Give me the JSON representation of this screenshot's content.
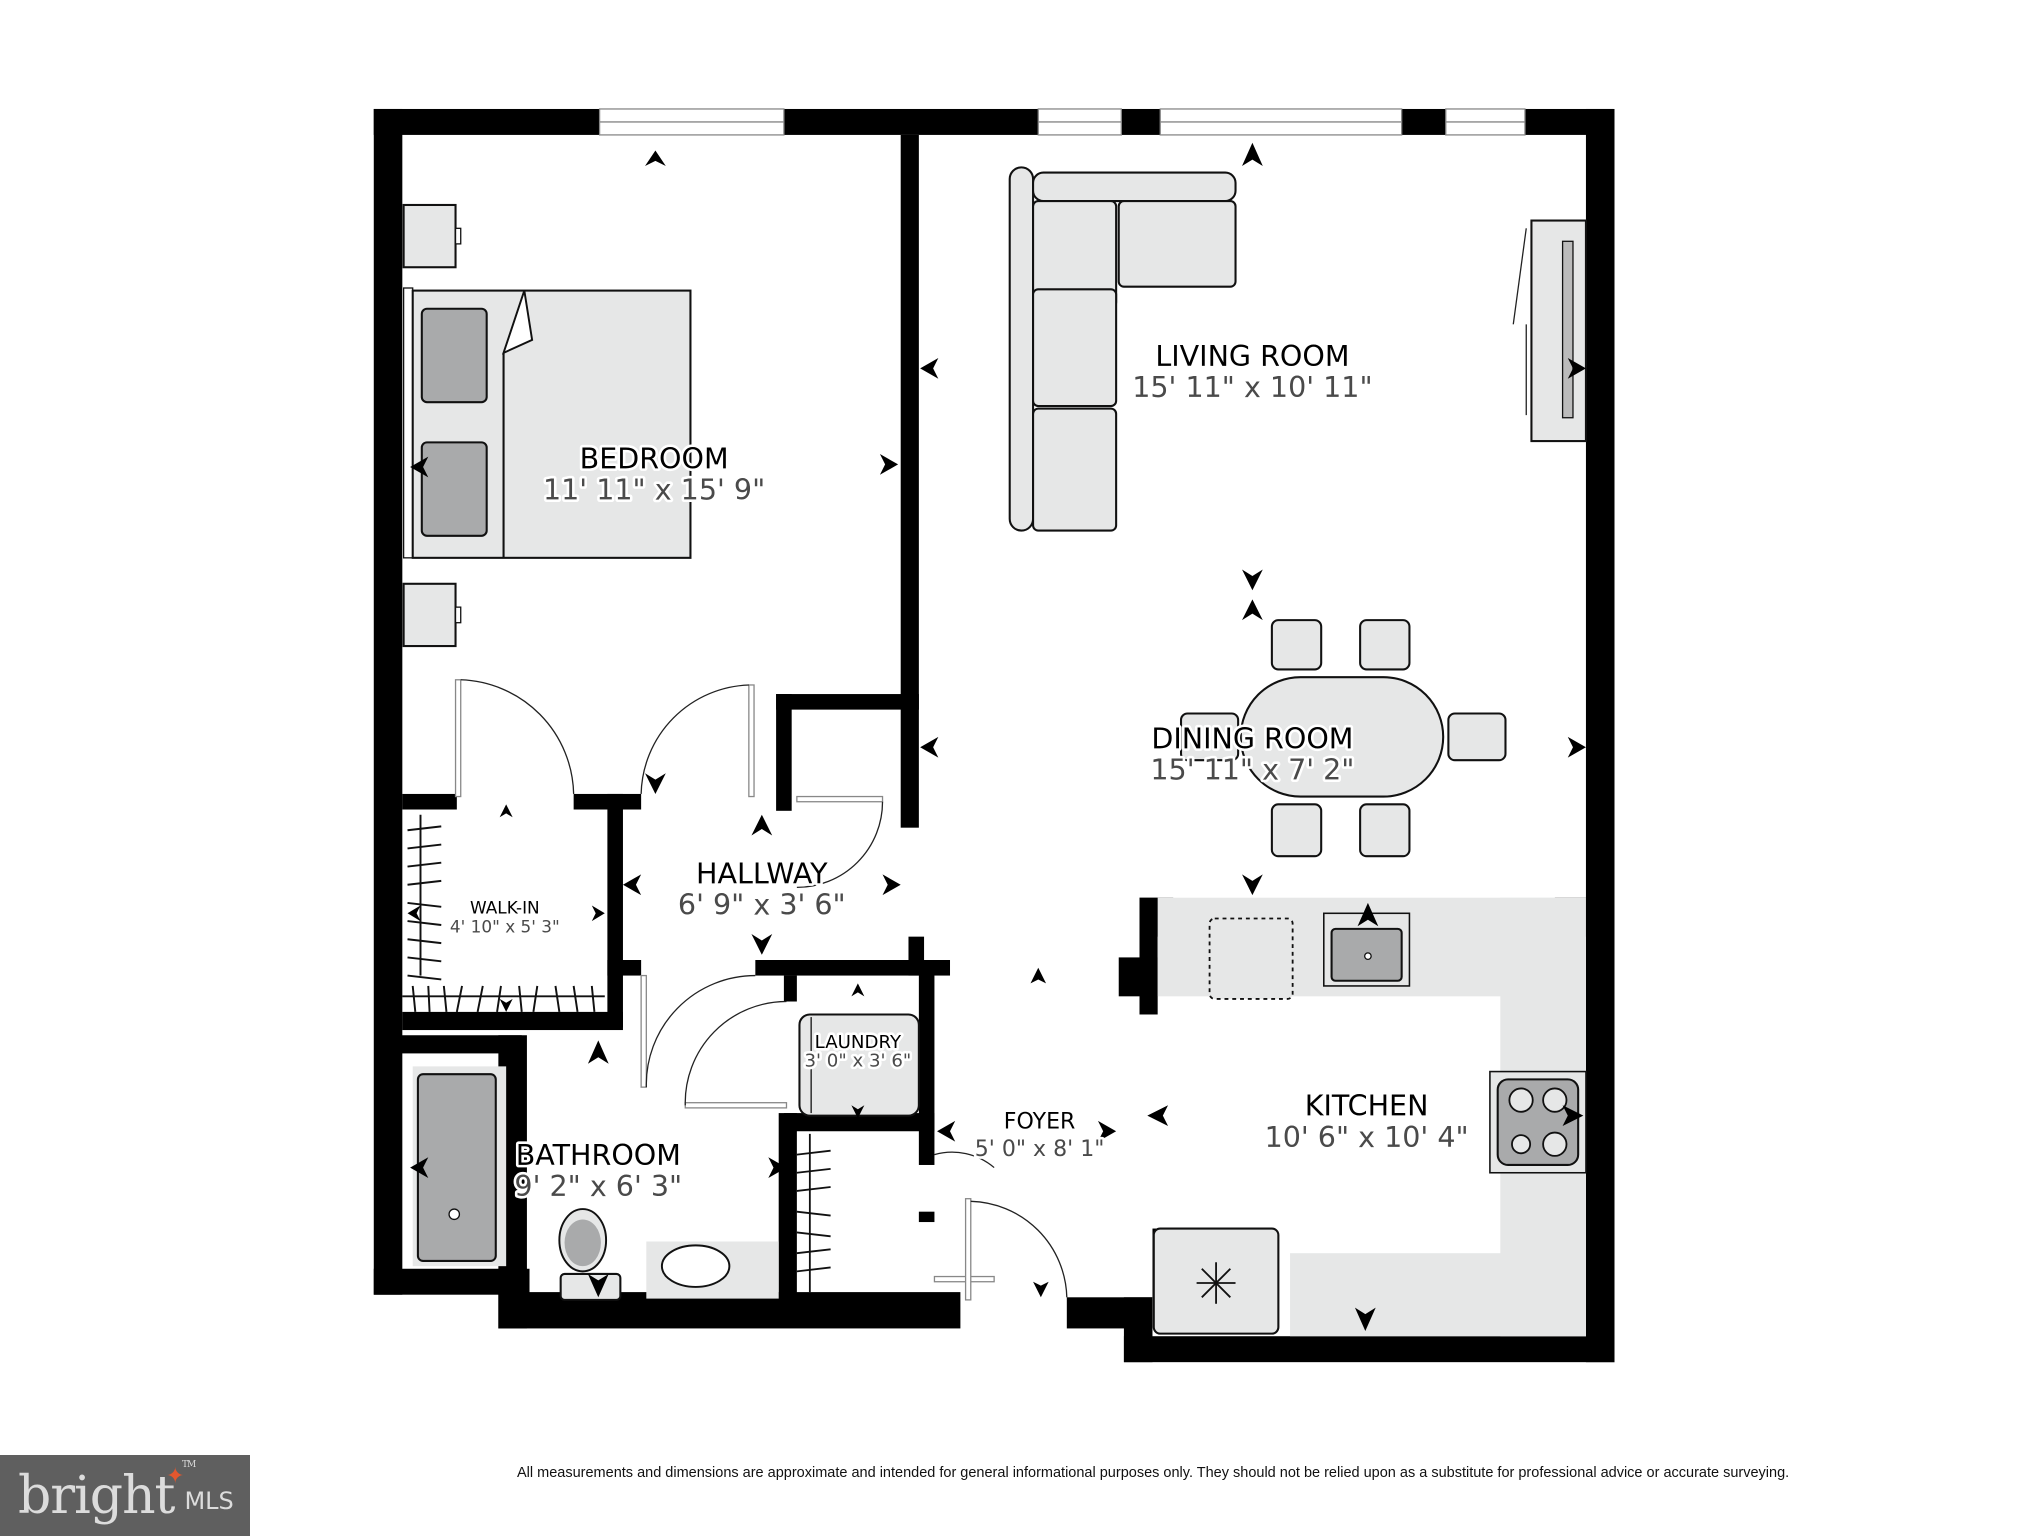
{
  "rooms": {
    "bedroom": {
      "name": "BEDROOM",
      "dims": "11' 11\" x 15' 9\""
    },
    "living_room": {
      "name": "LIVING ROOM",
      "dims": "15' 11\" x 10' 11\""
    },
    "dining_room": {
      "name": "DINING ROOM",
      "dims": "15' 11\" x 7' 2\""
    },
    "hallway": {
      "name": "HALLWAY",
      "dims": "6' 9\" x 3' 6\""
    },
    "walk_in": {
      "name": "WALK-IN",
      "dims": "4' 10\" x 5' 3\""
    },
    "laundry": {
      "name": "LAUNDRY",
      "dims": "3' 0\" x 3' 6\""
    },
    "foyer": {
      "name": "FOYER",
      "dims": "5' 0\" x 8' 1\""
    },
    "bathroom": {
      "name": "BATHROOM",
      "dims": "9' 2\" x 6' 3\""
    },
    "kitchen": {
      "name": "KITCHEN",
      "dims": "10' 6\" x 10' 4\""
    }
  },
  "logo": {
    "brand": "bright",
    "suffix": "MLS",
    "tm": "TM",
    "accent_color": "#e4572e",
    "bg_color": "#5f5f5f"
  },
  "disclaimer": "All measurements and dimensions are approximate and intended for general informational purposes only. They should not be relied upon as a substitute for professional advice or accurate surveying.",
  "icons": {
    "refrigerator": "snowflake-icon",
    "stove": "cooktop-icon",
    "sink": "sink-icon",
    "view_direction": "camera-arrow-icon"
  }
}
